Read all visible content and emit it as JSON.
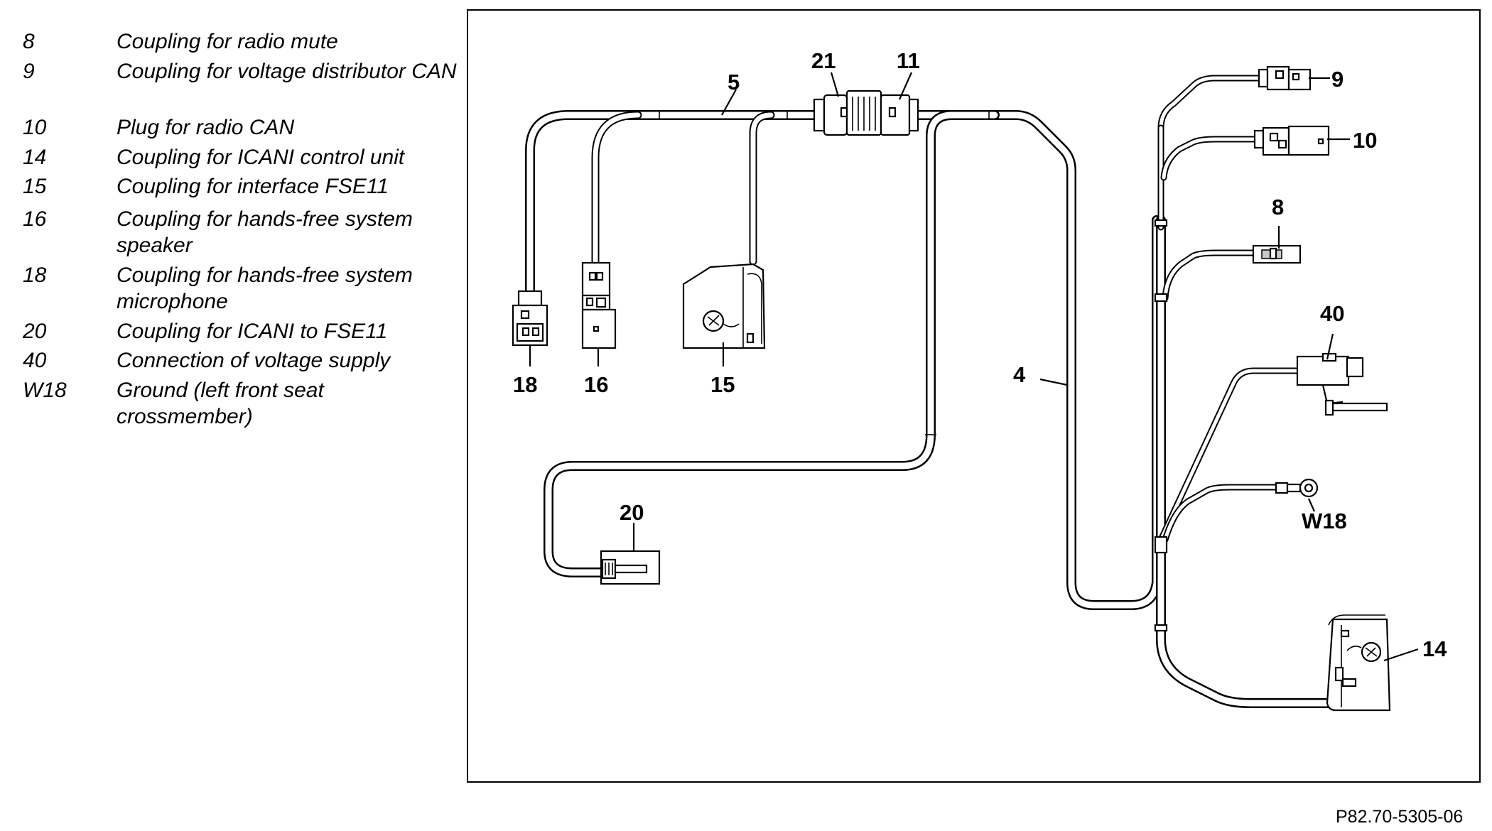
{
  "legend": [
    {
      "id": "8",
      "text": "Coupling for radio mute"
    },
    {
      "id": "9",
      "text": "Coupling for voltage distributor CAN"
    },
    {
      "id": "10",
      "text": "Plug for radio CAN"
    },
    {
      "id": "14",
      "text": "Coupling for ICANI control unit"
    },
    {
      "id": "15",
      "text": "Coupling for interface FSE11"
    },
    {
      "id": "16",
      "text": "Coupling for hands-free system speaker"
    },
    {
      "id": "18",
      "text": "Coupling for hands-free system microphone"
    },
    {
      "id": "20",
      "text": "Coupling for ICANI to FSE11"
    },
    {
      "id": "40",
      "text": "Connection of voltage supply"
    },
    {
      "id": "W18",
      "text": "Ground (left front seat crossmember)"
    }
  ],
  "callouts": {
    "c21": "21",
    "c11": "11",
    "c5": "5",
    "c9": "9",
    "c10": "10",
    "c8": "8",
    "c40": "40",
    "c4": "4",
    "cW18": "W18",
    "c14": "14",
    "c18": "18",
    "c16": "16",
    "c15": "15",
    "c20": "20"
  },
  "figure_ref": "P82.70-5305-06"
}
